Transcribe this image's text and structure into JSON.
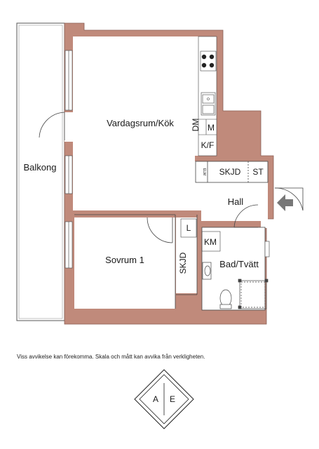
{
  "colors": {
    "wall": "#c08a7b",
    "wall_outline": "#8a5f55",
    "floor": "#ffffff",
    "line": "#444444",
    "arrow": "#777777"
  },
  "rooms": {
    "living_kitchen": "Vardagsrum/Kök",
    "balcony": "Balkong",
    "hall": "Hall",
    "bedroom": "Sovrum 1",
    "bathroom": "Bad/Tvätt"
  },
  "fixtures": {
    "dishwasher": "DM",
    "microwave": "M",
    "fridge_freezer": "K/F",
    "closet_hall": "SKJD",
    "storage": "ST",
    "closet_bedroom": "SKJD",
    "linen": "L",
    "washing_machine": "KM",
    "electrical": "ELM"
  },
  "icons": {
    "entrance": "entrance-arrow-icon",
    "stove": "stove-icon",
    "sink": "sink-icon",
    "toilet": "toilet-icon",
    "shower": "shower-icon",
    "washbasin": "washbasin-icon"
  },
  "footer": {
    "disclaimer": "Viss avvikelse kan förekomma. Skala och mått kan avvika från verkligheten."
  },
  "logo": {
    "left_letter": "A",
    "right_letter": "E"
  }
}
